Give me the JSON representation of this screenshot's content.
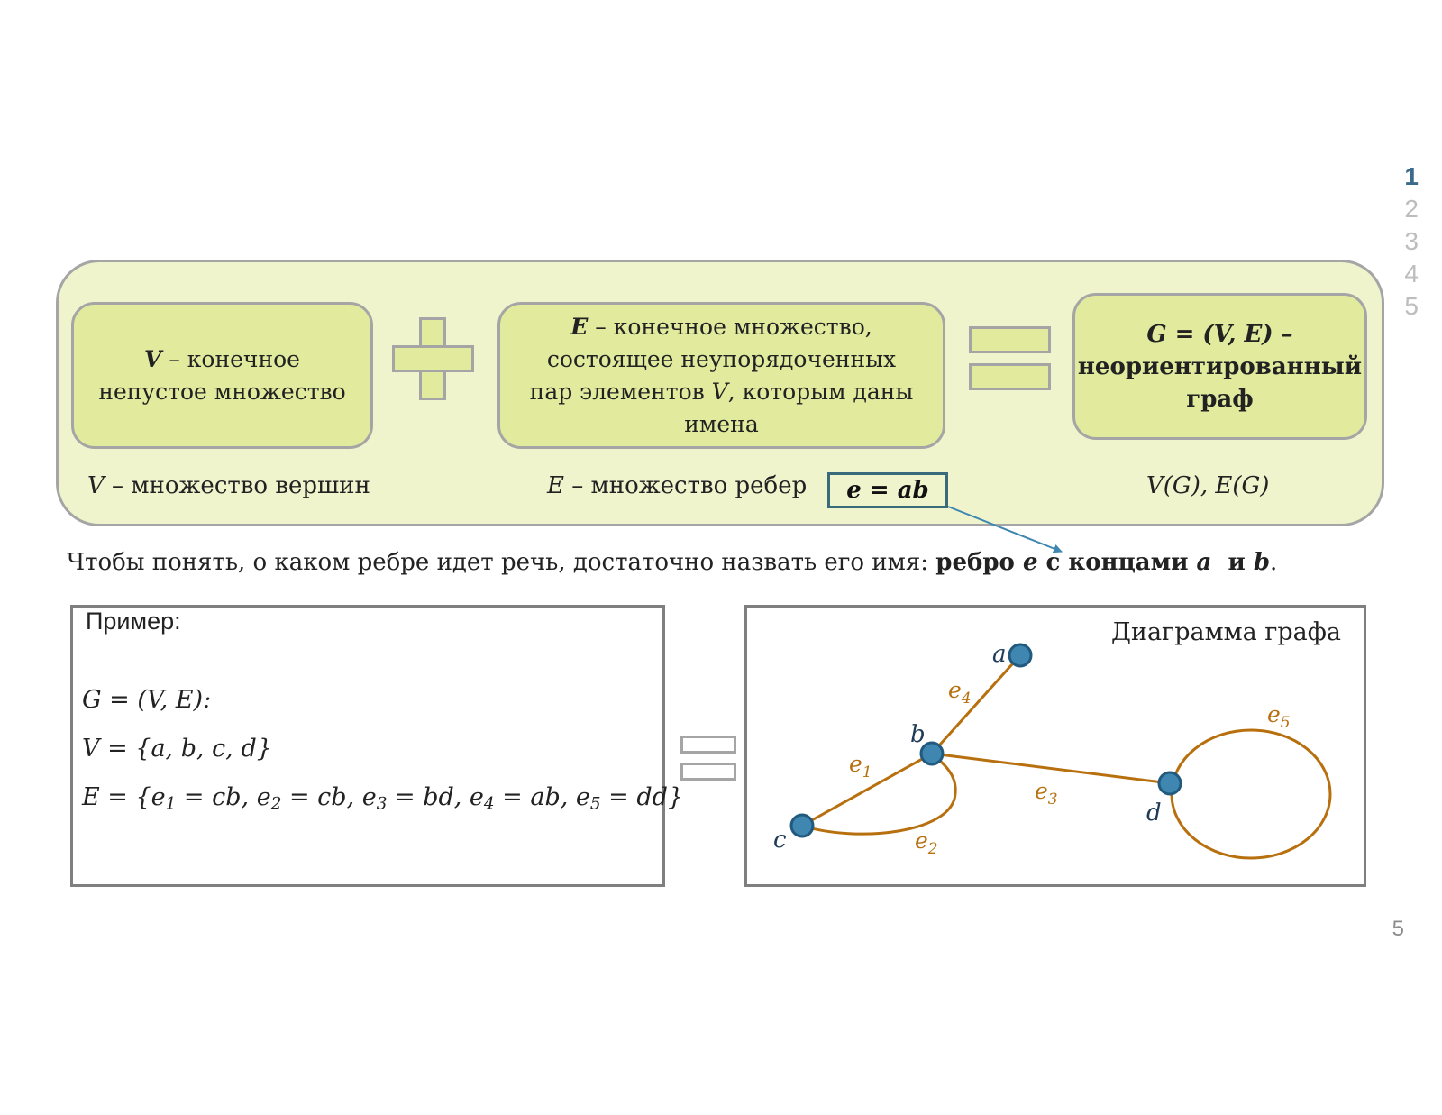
{
  "nav": {
    "items": [
      "1",
      "2",
      "3",
      "4",
      "5"
    ],
    "active": "1"
  },
  "definition": {
    "box_v": {
      "sym": "V",
      "text_a": " – конечное",
      "text_b": "непустое множество"
    },
    "box_e": {
      "sym": "E",
      "text_a": " – конечное множество,",
      "text_b": "состоящее неупорядоченных",
      "text_c": "пар элементов ",
      "sym_v": "V",
      "text_d": ", которым даны",
      "text_e": "имена"
    },
    "box_g": {
      "line1": "G = (V, E) –",
      "line2": "неориентированный",
      "line3": "граф"
    },
    "caption_v": {
      "sym": "V",
      "text": " – множество вершин"
    },
    "caption_e": {
      "sym": "E",
      "text": " – множество ребер"
    },
    "edge_example": "e = ab",
    "caption_g": "V(G), E(G)"
  },
  "sentence": {
    "text": "Чтобы понять, о каком ребре идет речь, достаточно назвать его имя: ",
    "bold_a": "ребро ",
    "sym_e": "e",
    "bold_b": " с концами ",
    "sym_a": "a",
    "bold_c": "  и ",
    "sym_b": "b",
    "end": "."
  },
  "example": {
    "title": "Пример:",
    "line_g": "G = (V, E):",
    "line_v": "V = {a, b, c, d}",
    "line_e": {
      "p1": "E = {e",
      "s1": "1",
      "p2": " = cb, e",
      "s2": "2",
      "p3": " = cb, e",
      "s3": "3",
      "p4": " = bd, e",
      "s4": "4",
      "p5": " = ab, e",
      "s5": "5",
      "p6": " = dd}"
    }
  },
  "diagram": {
    "title": "Диаграмма графа",
    "colors": {
      "edge": "#b8700f",
      "vertex_fill": "#3f87b0",
      "vertex_stroke": "#215a7e",
      "vertex_label": "#1f3b57"
    },
    "vertices": [
      {
        "id": "a",
        "label": "a"
      },
      {
        "id": "b",
        "label": "b"
      },
      {
        "id": "c",
        "label": "c"
      },
      {
        "id": "d",
        "label": "d"
      }
    ],
    "edges": [
      {
        "id": "e1",
        "label": "e",
        "sub": "1",
        "from": "c",
        "to": "b"
      },
      {
        "id": "e2",
        "label": "e",
        "sub": "2",
        "from": "c",
        "to": "b"
      },
      {
        "id": "e3",
        "label": "e",
        "sub": "3",
        "from": "b",
        "to": "d"
      },
      {
        "id": "e4",
        "label": "e",
        "sub": "4",
        "from": "a",
        "to": "b"
      },
      {
        "id": "e5",
        "label": "e",
        "sub": "5",
        "from": "d",
        "to": "d"
      }
    ]
  },
  "page_number": "5"
}
